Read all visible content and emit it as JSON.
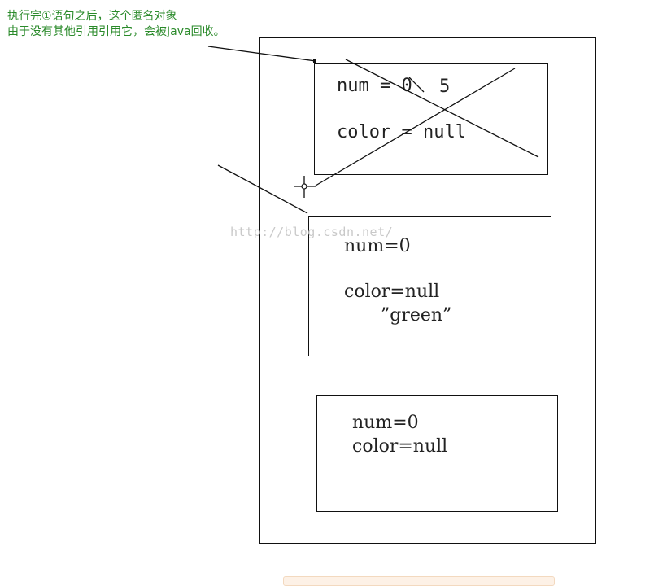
{
  "annotation": {
    "line1": "执行完①语句之后，这个匿名对象",
    "line2": "由于没有其他引用引用它，会被Java回收。"
  },
  "watermark": "http://blog.csdn.net/",
  "objects": [
    {
      "num_text": "num = 0",
      "num_new_value": "5",
      "color_text": "color = null",
      "crossed_out": true
    },
    {
      "num_text": "num=0",
      "color_text": "color=null",
      "color_new_value": "”green”"
    },
    {
      "num_text": "num=0",
      "color_text": "color=null"
    }
  ],
  "colors": {
    "annotation": "#2a8a2a",
    "lines": "#111111",
    "watermark": "#c9c9c9"
  }
}
